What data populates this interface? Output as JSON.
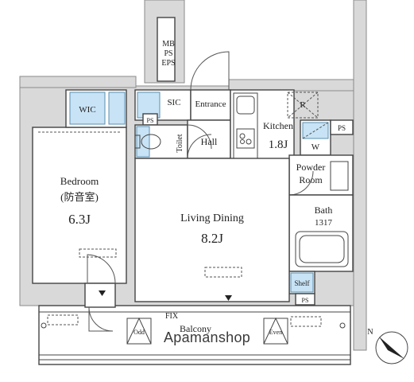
{
  "rooms": {
    "mb_ps_eps": [
      "MB",
      "PS",
      "EPS"
    ],
    "wic": "WIC",
    "sic": "SIC",
    "entrance": "Entrance",
    "ps_small": "PS",
    "toilet": "Toilet",
    "hall": "Hall",
    "kitchen": "Kitchen",
    "kitchen_size": "1.8J",
    "refrigerator": "R",
    "washer": "W",
    "ps_kitchen": "PS",
    "powder_room": [
      "Powder",
      "Room"
    ],
    "bath": "Bath",
    "bath_size": "1317",
    "bedroom": "Bedroom",
    "bedroom_note": "(防音室)",
    "bedroom_size": "6.3J",
    "living_dining": "Living Dining",
    "living_size": "8.2J",
    "shelf": "Shelf",
    "ps_bottom": "PS",
    "fix": "FIX",
    "balcony": "Balcony",
    "odd": "Odd",
    "even": "Even",
    "north": "N"
  },
  "watermark": "Apamanshop",
  "colors": {
    "wall": "#d9d9d9",
    "accent_blue": "#c8e3f5",
    "line": "#444444"
  }
}
